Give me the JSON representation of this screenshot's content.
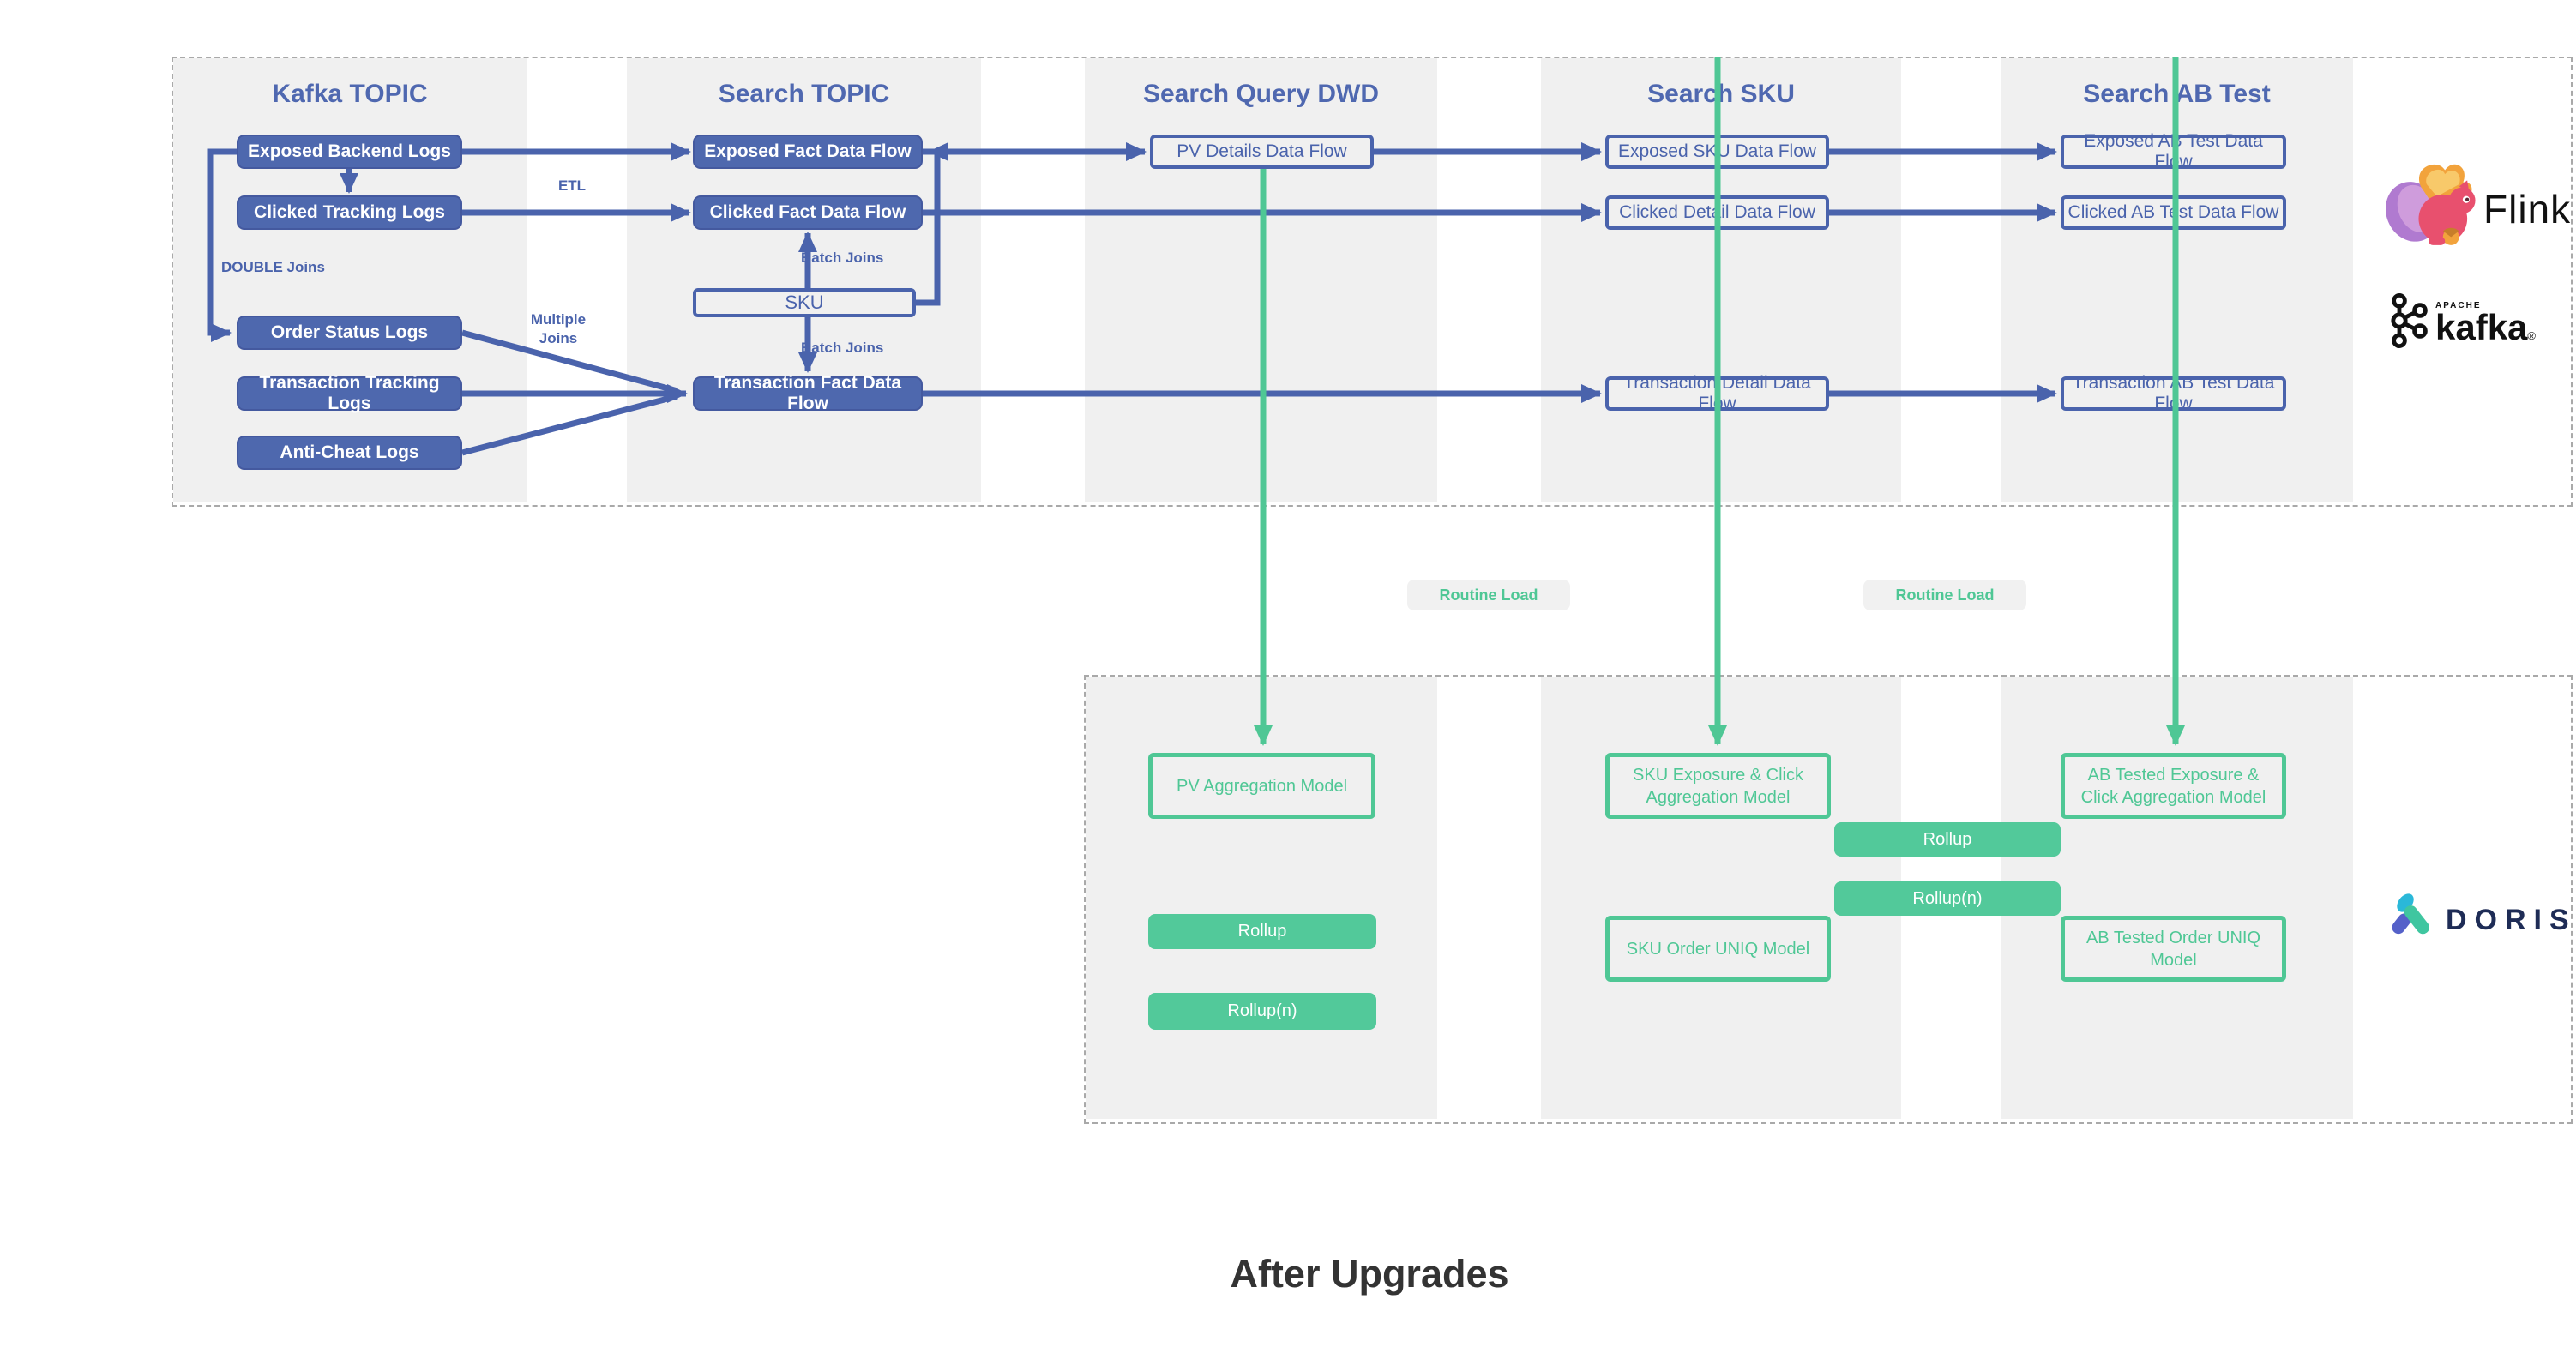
{
  "title": "After Upgrades",
  "colors": {
    "blue_line": "#4a63ac",
    "blue_fill": "#4e68ae",
    "green": "#4fc795",
    "green_fill": "#52c99a",
    "band_bg": "#f0f0f0",
    "title_color": "#333333",
    "doris_navy": "#1e2c56"
  },
  "columns": {
    "kafka_topic": "Kafka TOPIC",
    "search_topic": "Search TOPIC",
    "search_query_dwd": "Search Query DWD",
    "search_sku": "Search SKU",
    "search_ab_test": "Search AB Test"
  },
  "kafka_topic": {
    "exposed": "Exposed Backend Logs",
    "clicked": "Clicked Tracking Logs",
    "order": "Order Status Logs",
    "transaction": "Transaction Tracking Logs",
    "anticheat": "Anti-Cheat Logs"
  },
  "search_topic": {
    "exposed": "Exposed Fact Data Flow",
    "clicked": "Clicked Fact Data Flow",
    "sku": "SKU",
    "transaction": "Transaction Fact Data Flow"
  },
  "search_query_dwd": {
    "pv": "PV Details Data Flow"
  },
  "search_sku": {
    "exposed": "Exposed SKU Data Flow",
    "clicked": "Clicked Detail Data Flow",
    "transaction": "Transaction Detail Data Flow"
  },
  "search_ab_test": {
    "exposed": "Exposed AB Test Data Flow",
    "clicked": "Clicked AB Test Data Flow",
    "transaction": "Transaction AB Test Data Flow"
  },
  "edge_labels": {
    "etl": "ETL",
    "double_joins": "DOUBLE Joins",
    "multiple_joins": "Multiple\nJoins",
    "batch_joins_upper": "Batch Joins",
    "batch_joins_lower": "Batch Joins",
    "routine_load_left": "Routine Load",
    "routine_load_right": "Routine Load"
  },
  "doris_layer": {
    "pv_aggregation": "PV Aggregation Model",
    "rollup_left": "Rollup",
    "rollup_n_left": "Rollup(n)",
    "sku_aggregation": "SKU Exposure & Click Aggregation Model",
    "sku_order_uniq": "SKU Order UNIQ Model",
    "rollup_mid": "Rollup",
    "rollup_n_mid": "Rollup(n)",
    "ab_aggregation": "AB Tested Exposure & Click Aggregation Model",
    "ab_order_uniq": "AB Tested Order UNIQ Model"
  },
  "logos": {
    "flink": "Flink",
    "kafka_apache": "APACHE",
    "kafka": "kafka",
    "kafka_reg": "®",
    "doris": "DORIS"
  }
}
